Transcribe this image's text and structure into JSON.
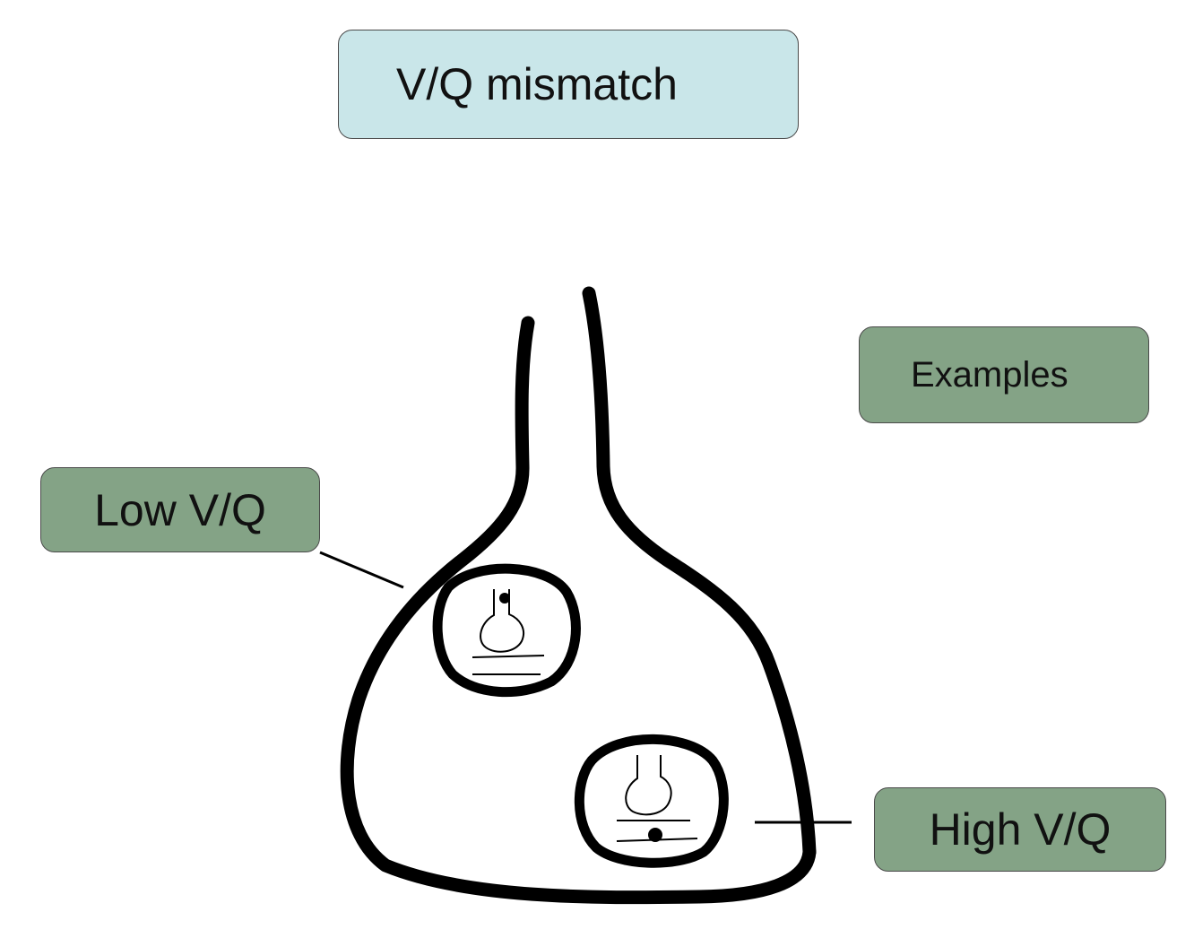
{
  "title": "V/Q mismatch",
  "examples_label": "Examples",
  "low_label": "Low V/Q",
  "high_label": "High V/Q",
  "colors": {
    "title_fill": "#c9e6e9",
    "label_fill": "#84a386",
    "stroke": "#000000"
  }
}
